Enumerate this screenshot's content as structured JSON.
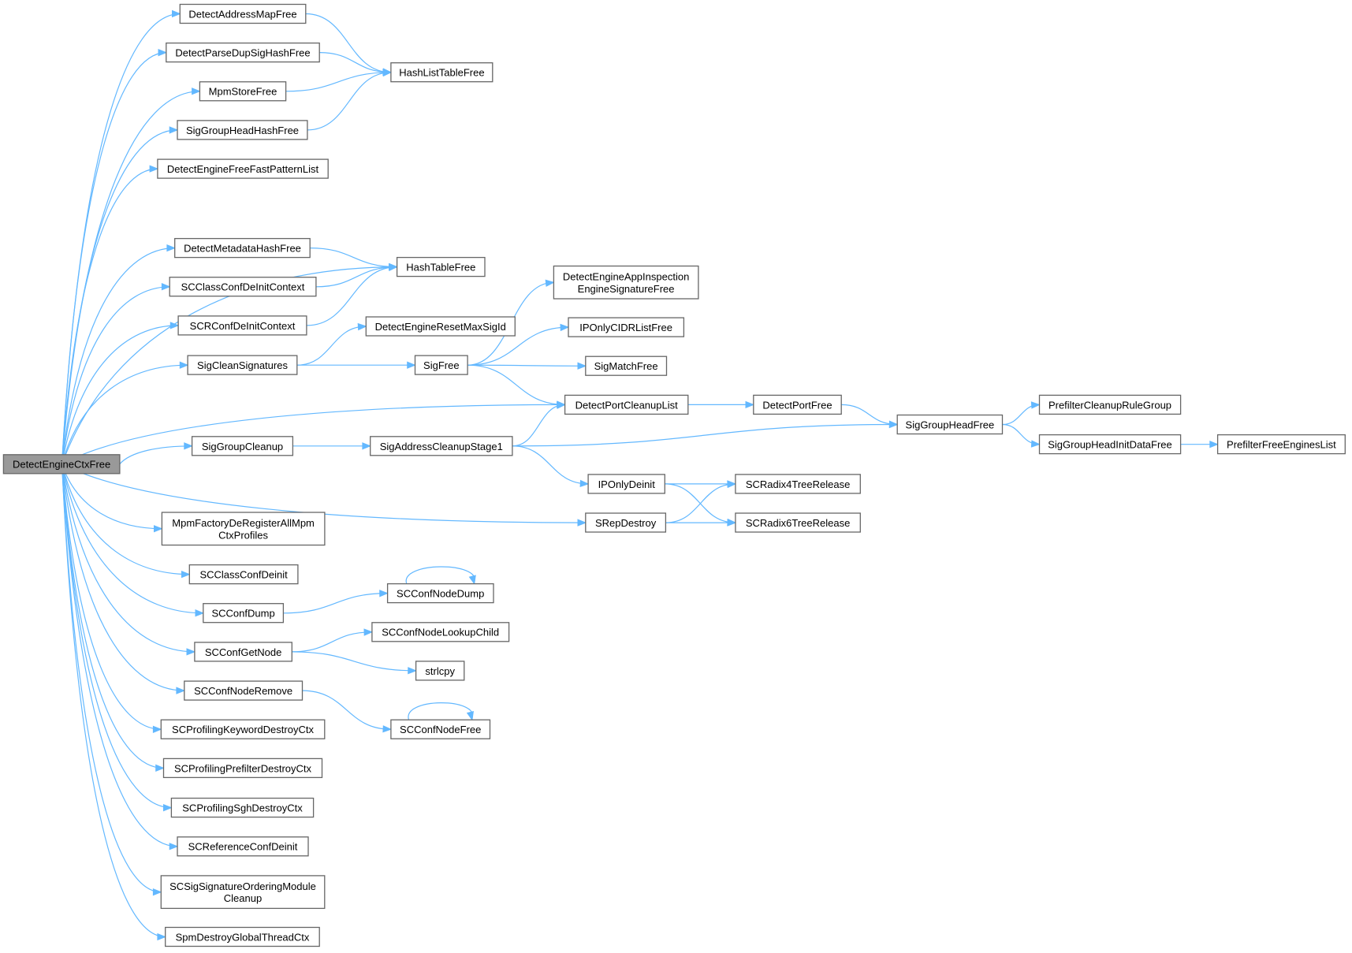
{
  "diagram": {
    "root": "DetectEngineCtxFree",
    "nodes": [
      {
        "id": "root",
        "lines": [
          "DetectEngineCtxFree"
        ]
      },
      {
        "id": "addrmap",
        "lines": [
          "DetectAddressMapFree"
        ]
      },
      {
        "id": "parsedup",
        "lines": [
          "DetectParseDupSigHashFree"
        ]
      },
      {
        "id": "mpmstore",
        "lines": [
          "MpmStoreFree"
        ]
      },
      {
        "id": "sghhash",
        "lines": [
          "SigGroupHeadHashFree"
        ]
      },
      {
        "id": "fastpat",
        "lines": [
          "DetectEngineFreeFastPatternList"
        ]
      },
      {
        "id": "metahash",
        "lines": [
          "DetectMetadataHashFree"
        ]
      },
      {
        "id": "classconf",
        "lines": [
          "SCClassConfDeInitContext"
        ]
      },
      {
        "id": "rconf",
        "lines": [
          "SCRConfDeInitContext"
        ]
      },
      {
        "id": "sigclean",
        "lines": [
          "SigCleanSignatures"
        ]
      },
      {
        "id": "sggcleanup",
        "lines": [
          "SigGroupCleanup"
        ]
      },
      {
        "id": "mpmfactory",
        "lines": [
          "MpmFactoryDeRegisterAllMpm",
          "CtxProfiles"
        ]
      },
      {
        "id": "classdeinit",
        "lines": [
          "SCClassConfDeinit"
        ]
      },
      {
        "id": "confdump",
        "lines": [
          "SCConfDump"
        ]
      },
      {
        "id": "confgetnode",
        "lines": [
          "SCConfGetNode"
        ]
      },
      {
        "id": "confnoderemove",
        "lines": [
          "SCConfNodeRemove"
        ]
      },
      {
        "id": "profkw",
        "lines": [
          "SCProfilingKeywordDestroyCtx"
        ]
      },
      {
        "id": "profpre",
        "lines": [
          "SCProfilingPrefilterDestroyCtx"
        ]
      },
      {
        "id": "profsgh",
        "lines": [
          "SCProfilingSghDestroyCtx"
        ]
      },
      {
        "id": "refdeinit",
        "lines": [
          "SCReferenceConfDeinit"
        ]
      },
      {
        "id": "sigorder",
        "lines": [
          "SCSigSignatureOrderingModule",
          "Cleanup"
        ]
      },
      {
        "id": "spm",
        "lines": [
          "SpmDestroyGlobalThreadCtx"
        ]
      },
      {
        "id": "hashlist",
        "lines": [
          "HashListTableFree"
        ]
      },
      {
        "id": "hashtable",
        "lines": [
          "HashTableFree"
        ]
      },
      {
        "id": "resetmax",
        "lines": [
          "DetectEngineResetMaxSigId"
        ]
      },
      {
        "id": "sigfree",
        "lines": [
          "SigFree"
        ]
      },
      {
        "id": "addrstage1",
        "lines": [
          "SigAddressCleanupStage1"
        ]
      },
      {
        "id": "srepdestroy",
        "lines": [
          "SRepDestroy"
        ]
      },
      {
        "id": "confnodedump",
        "lines": [
          "SCConfNodeDump"
        ]
      },
      {
        "id": "lookupchild",
        "lines": [
          "SCConfNodeLookupChild"
        ]
      },
      {
        "id": "strlcpy",
        "lines": [
          "strlcpy"
        ]
      },
      {
        "id": "confnodefree",
        "lines": [
          "SCConfNodeFree"
        ]
      },
      {
        "id": "appinsp",
        "lines": [
          "DetectEngineAppInspection",
          "EngineSignatureFree"
        ]
      },
      {
        "id": "iponlycidr",
        "lines": [
          "IPOnlyCIDRListFree"
        ]
      },
      {
        "id": "sigmatch",
        "lines": [
          "SigMatchFree"
        ]
      },
      {
        "id": "portcleanup",
        "lines": [
          "DetectPortCleanupList"
        ]
      },
      {
        "id": "iponlydeinit",
        "lines": [
          "IPOnlyDeinit"
        ]
      },
      {
        "id": "portfree",
        "lines": [
          "DetectPortFree"
        ]
      },
      {
        "id": "radix4",
        "lines": [
          "SCRadix4TreeRelease"
        ]
      },
      {
        "id": "radix6",
        "lines": [
          "SCRadix6TreeRelease"
        ]
      },
      {
        "id": "sghfree",
        "lines": [
          "SigGroupHeadFree"
        ]
      },
      {
        "id": "prefcleanup",
        "lines": [
          "PrefilterCleanupRuleGroup"
        ]
      },
      {
        "id": "sghinit",
        "lines": [
          "SigGroupHeadInitDataFree"
        ]
      },
      {
        "id": "preffree",
        "lines": [
          "PrefilterFreeEnginesList"
        ]
      }
    ],
    "edges": [
      [
        "root",
        "addrmap"
      ],
      [
        "root",
        "parsedup"
      ],
      [
        "root",
        "mpmstore"
      ],
      [
        "root",
        "sghhash"
      ],
      [
        "root",
        "fastpat"
      ],
      [
        "root",
        "hashtable"
      ],
      [
        "root",
        "metahash"
      ],
      [
        "root",
        "classconf"
      ],
      [
        "root",
        "rconf"
      ],
      [
        "root",
        "sigclean"
      ],
      [
        "root",
        "portcleanup"
      ],
      [
        "root",
        "sggcleanup"
      ],
      [
        "root",
        "srepdestroy"
      ],
      [
        "root",
        "mpmfactory"
      ],
      [
        "root",
        "classdeinit"
      ],
      [
        "root",
        "confdump"
      ],
      [
        "root",
        "confgetnode"
      ],
      [
        "root",
        "confnoderemove"
      ],
      [
        "root",
        "profkw"
      ],
      [
        "root",
        "profpre"
      ],
      [
        "root",
        "profsgh"
      ],
      [
        "root",
        "refdeinit"
      ],
      [
        "root",
        "sigorder"
      ],
      [
        "root",
        "spm"
      ],
      [
        "addrmap",
        "hashlist"
      ],
      [
        "parsedup",
        "hashlist"
      ],
      [
        "mpmstore",
        "hashlist"
      ],
      [
        "sghhash",
        "hashlist"
      ],
      [
        "metahash",
        "hashtable"
      ],
      [
        "classconf",
        "hashtable"
      ],
      [
        "rconf",
        "hashtable"
      ],
      [
        "sigclean",
        "resetmax"
      ],
      [
        "sigclean",
        "sigfree"
      ],
      [
        "sigfree",
        "appinsp"
      ],
      [
        "sigfree",
        "iponlycidr"
      ],
      [
        "sigfree",
        "sigmatch"
      ],
      [
        "sigfree",
        "portcleanup"
      ],
      [
        "sggcleanup",
        "addrstage1"
      ],
      [
        "addrstage1",
        "portcleanup"
      ],
      [
        "addrstage1",
        "sghfree"
      ],
      [
        "addrstage1",
        "iponlydeinit"
      ],
      [
        "portcleanup",
        "portfree"
      ],
      [
        "portfree",
        "sghfree"
      ],
      [
        "sghfree",
        "prefcleanup"
      ],
      [
        "sghfree",
        "sghinit"
      ],
      [
        "sghinit",
        "preffree"
      ],
      [
        "iponlydeinit",
        "radix4"
      ],
      [
        "iponlydeinit",
        "radix6"
      ],
      [
        "srepdestroy",
        "radix4"
      ],
      [
        "srepdestroy",
        "radix6"
      ],
      [
        "confdump",
        "confnodedump"
      ],
      [
        "confnodedump",
        "confnodedump"
      ],
      [
        "confgetnode",
        "lookupchild"
      ],
      [
        "confgetnode",
        "strlcpy"
      ],
      [
        "confnoderemove",
        "confnodefree"
      ],
      [
        "confnodefree",
        "confnodefree"
      ]
    ]
  }
}
